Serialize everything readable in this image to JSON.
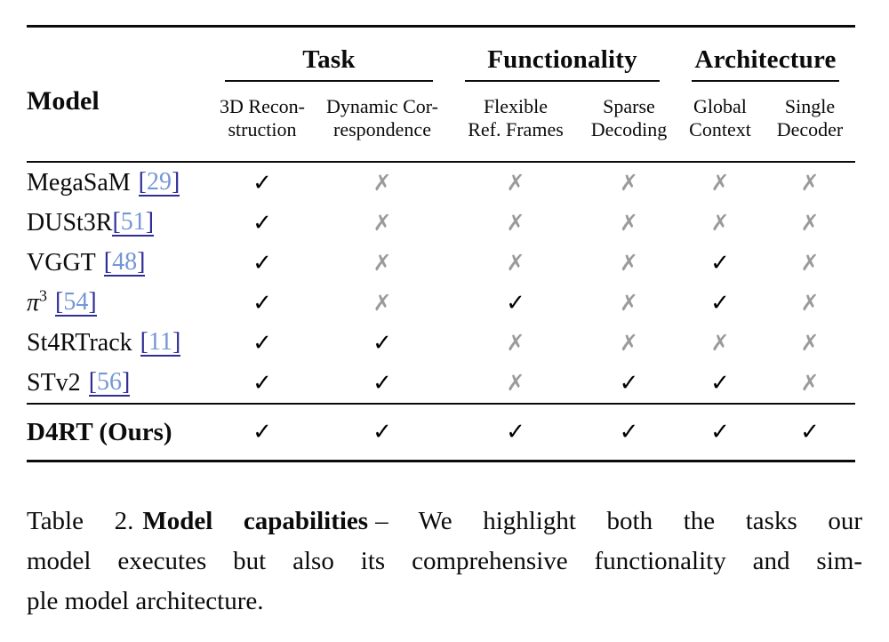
{
  "table": {
    "corner_label": "Model",
    "cite_open": "[",
    "cite_close": "]",
    "groups": [
      {
        "label": "Task"
      },
      {
        "label": "Functionality"
      },
      {
        "label": "Architecture"
      }
    ],
    "columns": [
      {
        "line1": "3D Recon-",
        "line2": "struction"
      },
      {
        "line1": "Dynamic Cor-",
        "line2": "respondence"
      },
      {
        "line1": "Flexible",
        "line2": "Ref. Frames"
      },
      {
        "line1": "Sparse",
        "line2": "Decoding"
      },
      {
        "line1": "Global",
        "line2": "Context"
      },
      {
        "line1": "Single",
        "line2": "Decoder"
      }
    ],
    "rows": [
      {
        "name": "MegaSaM",
        "cite": "29",
        "marks": [
          "✓",
          "✗",
          "✗",
          "✗",
          "✗",
          "✗"
        ]
      },
      {
        "name": "DUSt3R",
        "cite": "51",
        "marks": [
          "✓",
          "✗",
          "✗",
          "✗",
          "✗",
          "✗"
        ]
      },
      {
        "name": "VGGT",
        "cite": "48",
        "marks": [
          "✓",
          "✗",
          "✗",
          "✗",
          "✓",
          "✗"
        ]
      },
      {
        "name": "π",
        "sup": "3",
        "cite": "54",
        "marks": [
          "✓",
          "✗",
          "✓",
          "✗",
          "✓",
          "✗"
        ]
      },
      {
        "name": "St4RTrack",
        "cite": "11",
        "marks": [
          "✓",
          "✓",
          "✗",
          "✗",
          "✗",
          "✗"
        ]
      },
      {
        "name": "STv2",
        "cite": "56",
        "marks": [
          "✓",
          "✓",
          "✗",
          "✓",
          "✓",
          "✗"
        ]
      }
    ],
    "final_row": {
      "name": "D4RT (Ours)",
      "marks": [
        "✓",
        "✓",
        "✓",
        "✓",
        "✓",
        "✓"
      ]
    },
    "symbols": {
      "check": "✓",
      "cross": "✗"
    },
    "colors": {
      "check": "#000000",
      "cross": "#9b9b9b",
      "cite_number": "#7596d6",
      "cite_bracket": "#2e2e96"
    }
  },
  "caption": {
    "lines": [
      {
        "pre": "Table 2.",
        "bold": "Model capabilities",
        "post": "– We highlight both the tasks our"
      },
      {
        "text": "model executes but also its comprehensive functionality and sim-"
      },
      {
        "text": "ple model architecture."
      }
    ]
  }
}
